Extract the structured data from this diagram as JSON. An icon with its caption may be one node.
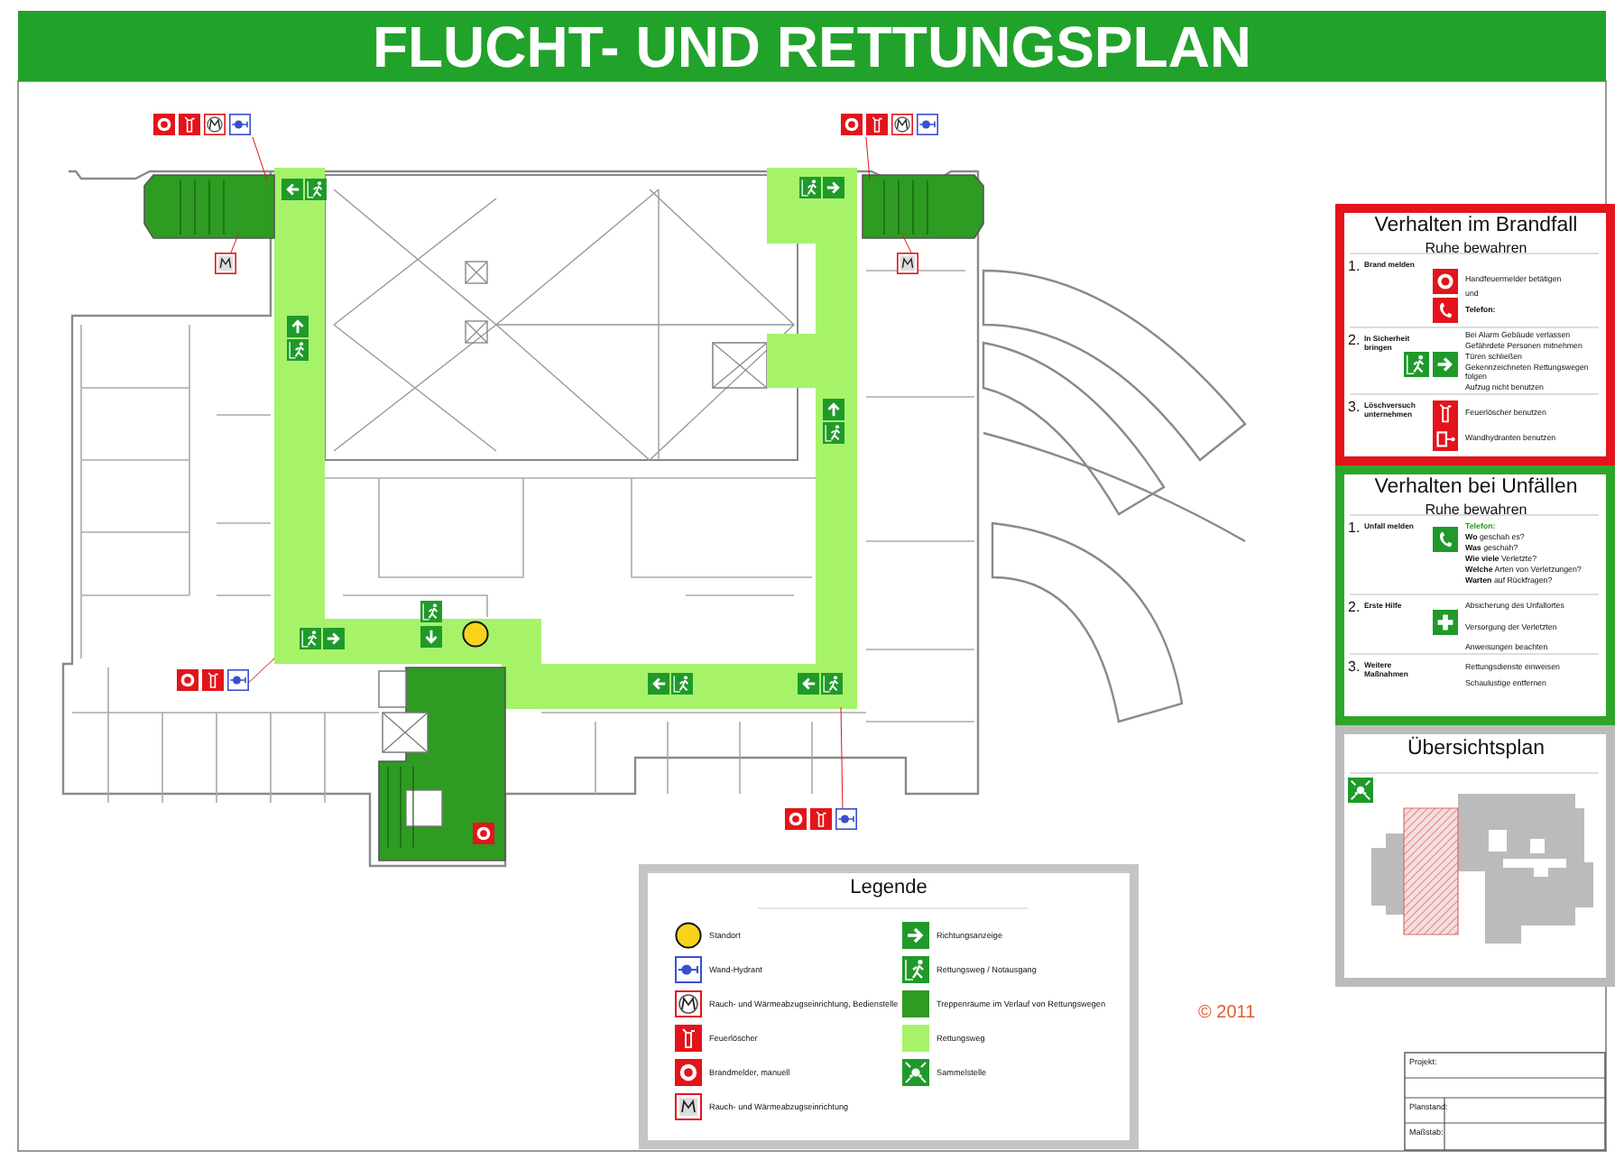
{
  "diagram": {
    "title": "FLUCHT- UND RETTUNGSPLAN",
    "labels": [
      "Verhalten im Brandfall",
      "Ruhe bewahren",
      "1.",
      "Brand melden",
      "Handfeuermelder betätigen",
      "und",
      "Telefon:",
      "2.",
      "In Sicherheit bringen",
      "Bei Alarm Gebäude verlassen",
      "Gefährdete Personen mitnehmen",
      "Türen schließen",
      "Gekennzeichneten Rettungswegen folgen",
      "Aufzug nicht benutzen",
      "3.",
      "Löschversuch unternehmen",
      "Feuerlöscher benutzen",
      "Wandhydranten benutzen",
      "Verhalten bei Unfällen",
      "Ruhe bewahren",
      "1.",
      "Unfall melden",
      "Telefon:",
      "**Wo** geschah es?",
      "**Was** geschah?",
      "**Wie viele** Verletzte?",
      "**Welche** Arten von Verletzungen?",
      "**Warten** auf Rückfragen?",
      "2.",
      "Erste Hilfe",
      "Absicherung des Unfallortes",
      "Versorgung der Verletzten",
      "Anweisungen beachten",
      "3.",
      "Weitere Maßnahmen",
      "Rettungsdienste einweisen",
      "Schaulustige entfernen",
      "Übersichtsplan",
      "Legende",
      "© 2011",
      "Projekt:",
      "Planstand:",
      "Maßstab:"
    ],
    "legend": [
      {
        "text": "Standort"
      },
      {
        "text": "Wand-Hydrant"
      },
      {
        "text": "Rauch- und Wärmeabzugseinrichtung, Bedienstelle"
      },
      {
        "text": "Feuerlöscher"
      },
      {
        "text": "Brandmelder, manuell"
      },
      {
        "text": "Rauch- und Wärmeabzugseinrichtung"
      },
      {
        "text": "Richtungsanzeige"
      },
      {
        "text": "Rettungsweg / Notausgang"
      },
      {
        "text": "Treppenräume im Verlauf von Rettungswegen",
        "color": "#2e9b22"
      },
      {
        "text": "Rettungsweg",
        "color": "#a6f36a"
      },
      {
        "text": "Sammelstelle"
      }
    ]
  }
}
